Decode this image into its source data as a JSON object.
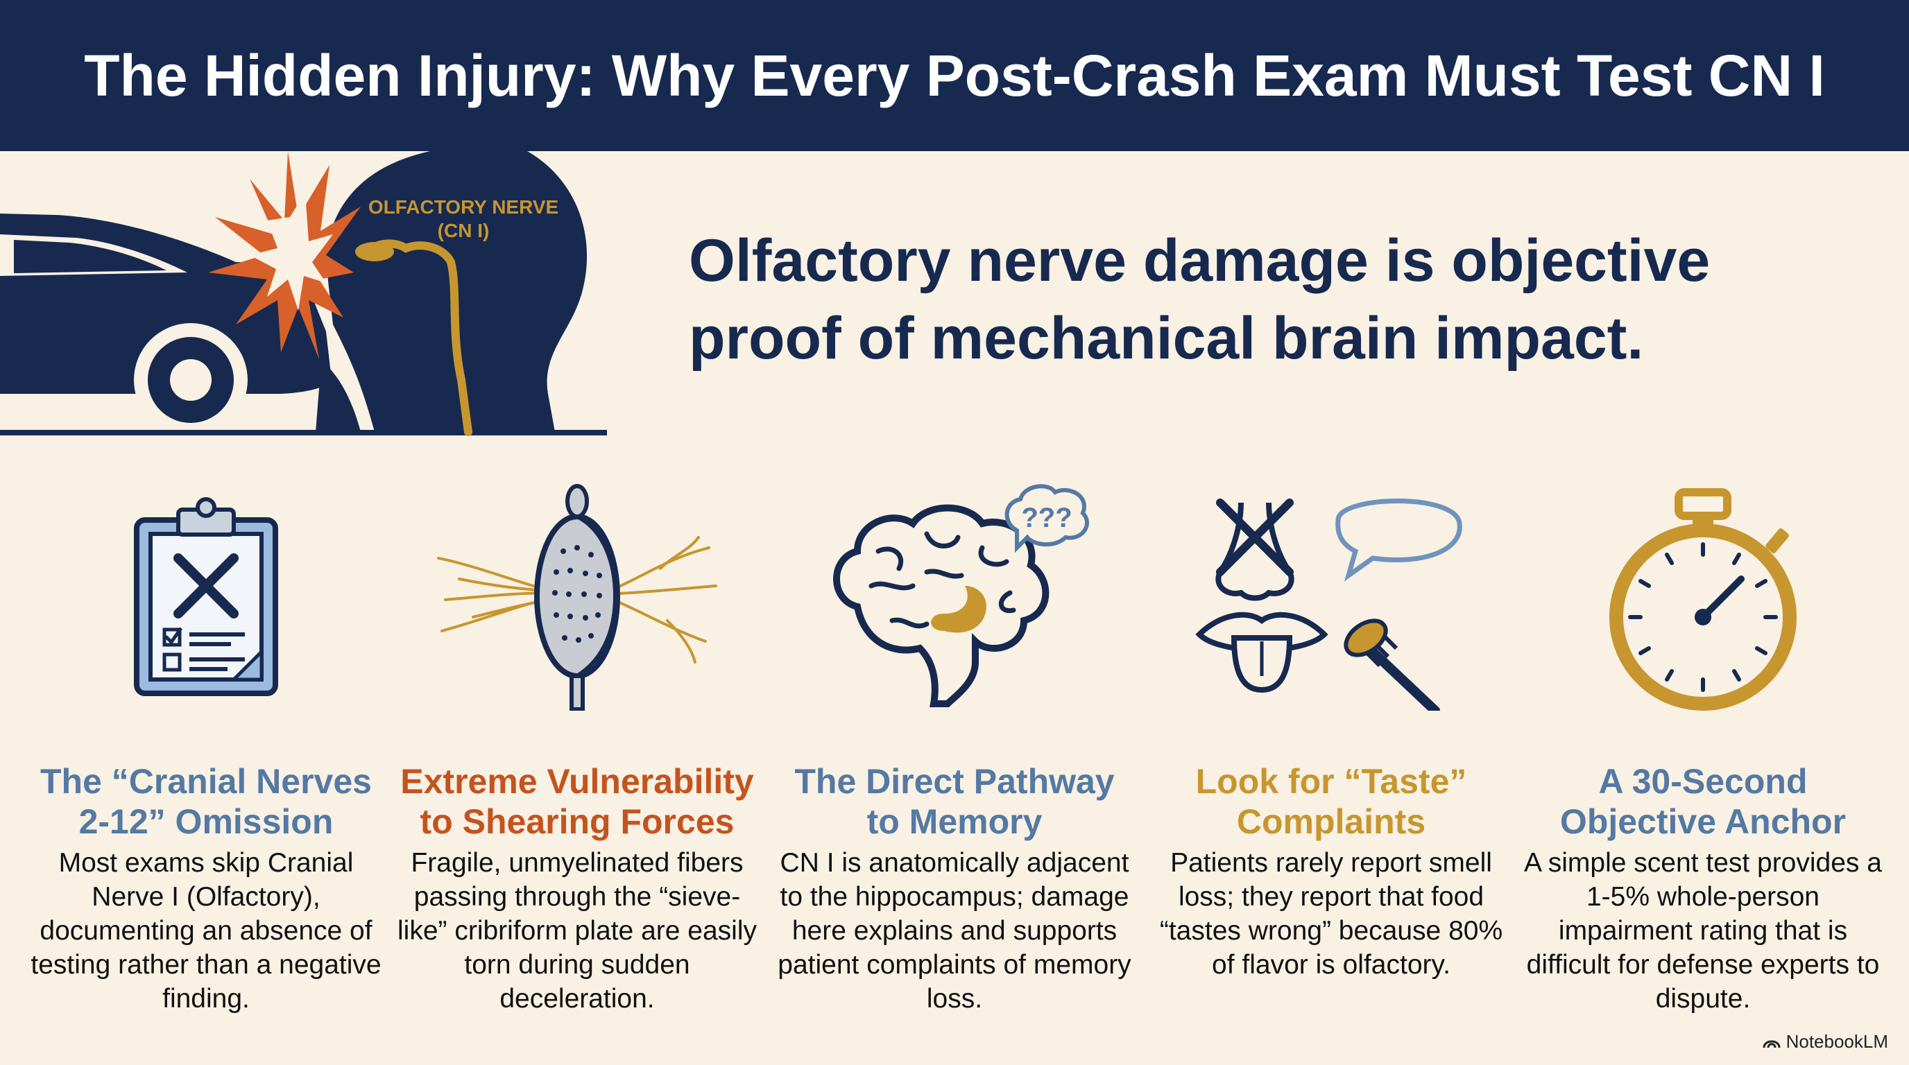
{
  "header": {
    "title": "The Hidden Injury: Why Every Post-Crash Exam Must Test CN I"
  },
  "hero": {
    "label_line1": "OLFACTORY NERVE",
    "label_line2": "(CN I)",
    "headline": "Olfactory nerve damage is objective proof of mechanical brain impact."
  },
  "columns": [
    {
      "title": "The “Cranial Nerves 2-12” Omission",
      "text": "Most exams skip Cranial Nerve I (Olfactory), documenting an absence of testing rather than a negative finding.",
      "icon": "clipboard-x-icon"
    },
    {
      "title": "Extreme Vulnerability to Shearing Forces",
      "text": "Fragile, unmyelinated fibers passing through the “sieve-like” cribriform plate are easily torn during sudden deceleration.",
      "icon": "cribriform-plate-icon"
    },
    {
      "title": "The Direct Pathway to Memory",
      "text": "CN I is anatomically adjacent to the hippocampus; damage here explains and supports patient complaints of memory loss.",
      "icon": "brain-question-icon",
      "bubble_text": "???"
    },
    {
      "title": "Look for “Taste” Complaints",
      "text": "Patients rarely report smell loss; they report that food “tastes wrong” because 80% of flavor is olfactory.",
      "icon": "nose-tongue-fork-icon"
    },
    {
      "title": "A 30-Second Objective Anchor",
      "text": "A simple scent test provides a 1-5% whole-person impairment rating that is difficult for defense experts to dispute.",
      "icon": "stopwatch-icon"
    }
  ],
  "watermark": {
    "text": "NotebookLM"
  },
  "colors": {
    "navy": "#17294f",
    "background": "#f8f1e4",
    "blue": "#5479a3",
    "orange": "#c5531e",
    "gold": "#c7962f"
  }
}
